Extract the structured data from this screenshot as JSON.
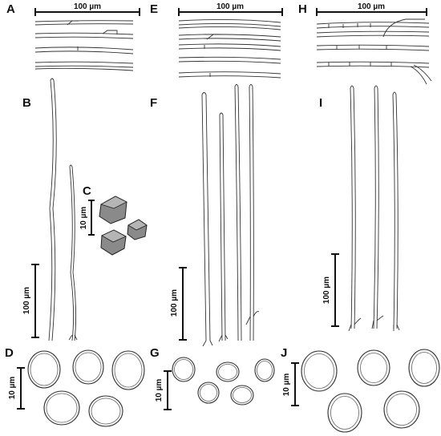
{
  "panels": {
    "A": {
      "label": "A",
      "scale": "100 µm"
    },
    "B": {
      "label": "B",
      "scale": "100 µm"
    },
    "C": {
      "label": "C",
      "scale": "10 µm"
    },
    "D": {
      "label": "D",
      "scale": "10 µm"
    },
    "E": {
      "label": "E",
      "scale": "100 µm"
    },
    "F": {
      "label": "F",
      "scale": "100 µm"
    },
    "G": {
      "label": "G",
      "scale": "10 µm"
    },
    "H": {
      "label": "H",
      "scale": "100 µm"
    },
    "I": {
      "label": "I",
      "scale": "100 µm"
    },
    "J": {
      "label": "J",
      "scale": "10 µm"
    }
  },
  "icons": {
    "hyphae": "hypha-icon",
    "hair": "hair-icon",
    "crystal": "crystal-icon",
    "spore": "spore-icon"
  }
}
